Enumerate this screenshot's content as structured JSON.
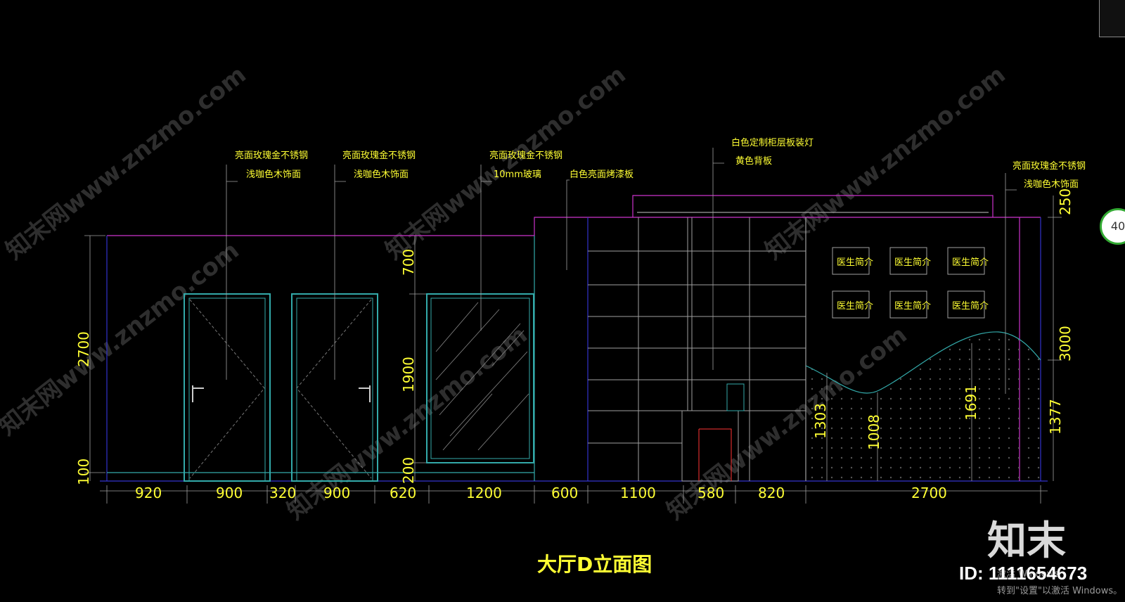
{
  "title": "大厅D立面图",
  "annotations": {
    "door1_line1": "亮面玫瑰金不锈钢",
    "door1_line2": "浅咖色木饰面",
    "door2_line1": "亮面玫瑰金不锈钢",
    "door2_line2": "浅咖色木饰面",
    "glass_line1": "亮面玫瑰金不锈钢",
    "glass_line2": "10mm玻璃",
    "panel": "白色亮面烤漆板",
    "cabinet_line1": "白色定制柜层板装灯",
    "cabinet_line2": "黄色背板",
    "right_line1": "亮面玫瑰金不锈钢",
    "right_line2": "浅咖色木饰面"
  },
  "doctor_labels": [
    "医生简介",
    "医生简介",
    "医生简介",
    "医生简介",
    "医生简介",
    "医生简介"
  ],
  "bottom_dims": [
    "920",
    "900",
    "320",
    "900",
    "620",
    "1200",
    "600",
    "1100",
    "580",
    "820",
    "2700"
  ],
  "left_dims": {
    "total": "2700",
    "base": "100"
  },
  "glass_dims": {
    "top": "700",
    "mid": "1900",
    "bottom": "200"
  },
  "right_dims": {
    "total": "3000",
    "top": "250",
    "lower": "1377"
  },
  "wave_dims": [
    "1303",
    "1008",
    "1691"
  ],
  "watermark": "知末网www.znzmo.com",
  "brand": {
    "logo": "知末",
    "id": "ID: 1111654673"
  },
  "activation": {
    "line1": "激活 Windows",
    "line2": "转到\"设置\"以激活 Windows。"
  },
  "zoom_badge": "40",
  "colors": {
    "background": "#000000",
    "magenta": "#cc33cc",
    "cyan": "#33aaaa",
    "yellow": "#ffff33",
    "blue": "#3333cc",
    "grey": "#a0a0a0",
    "red": "#ff3333"
  }
}
